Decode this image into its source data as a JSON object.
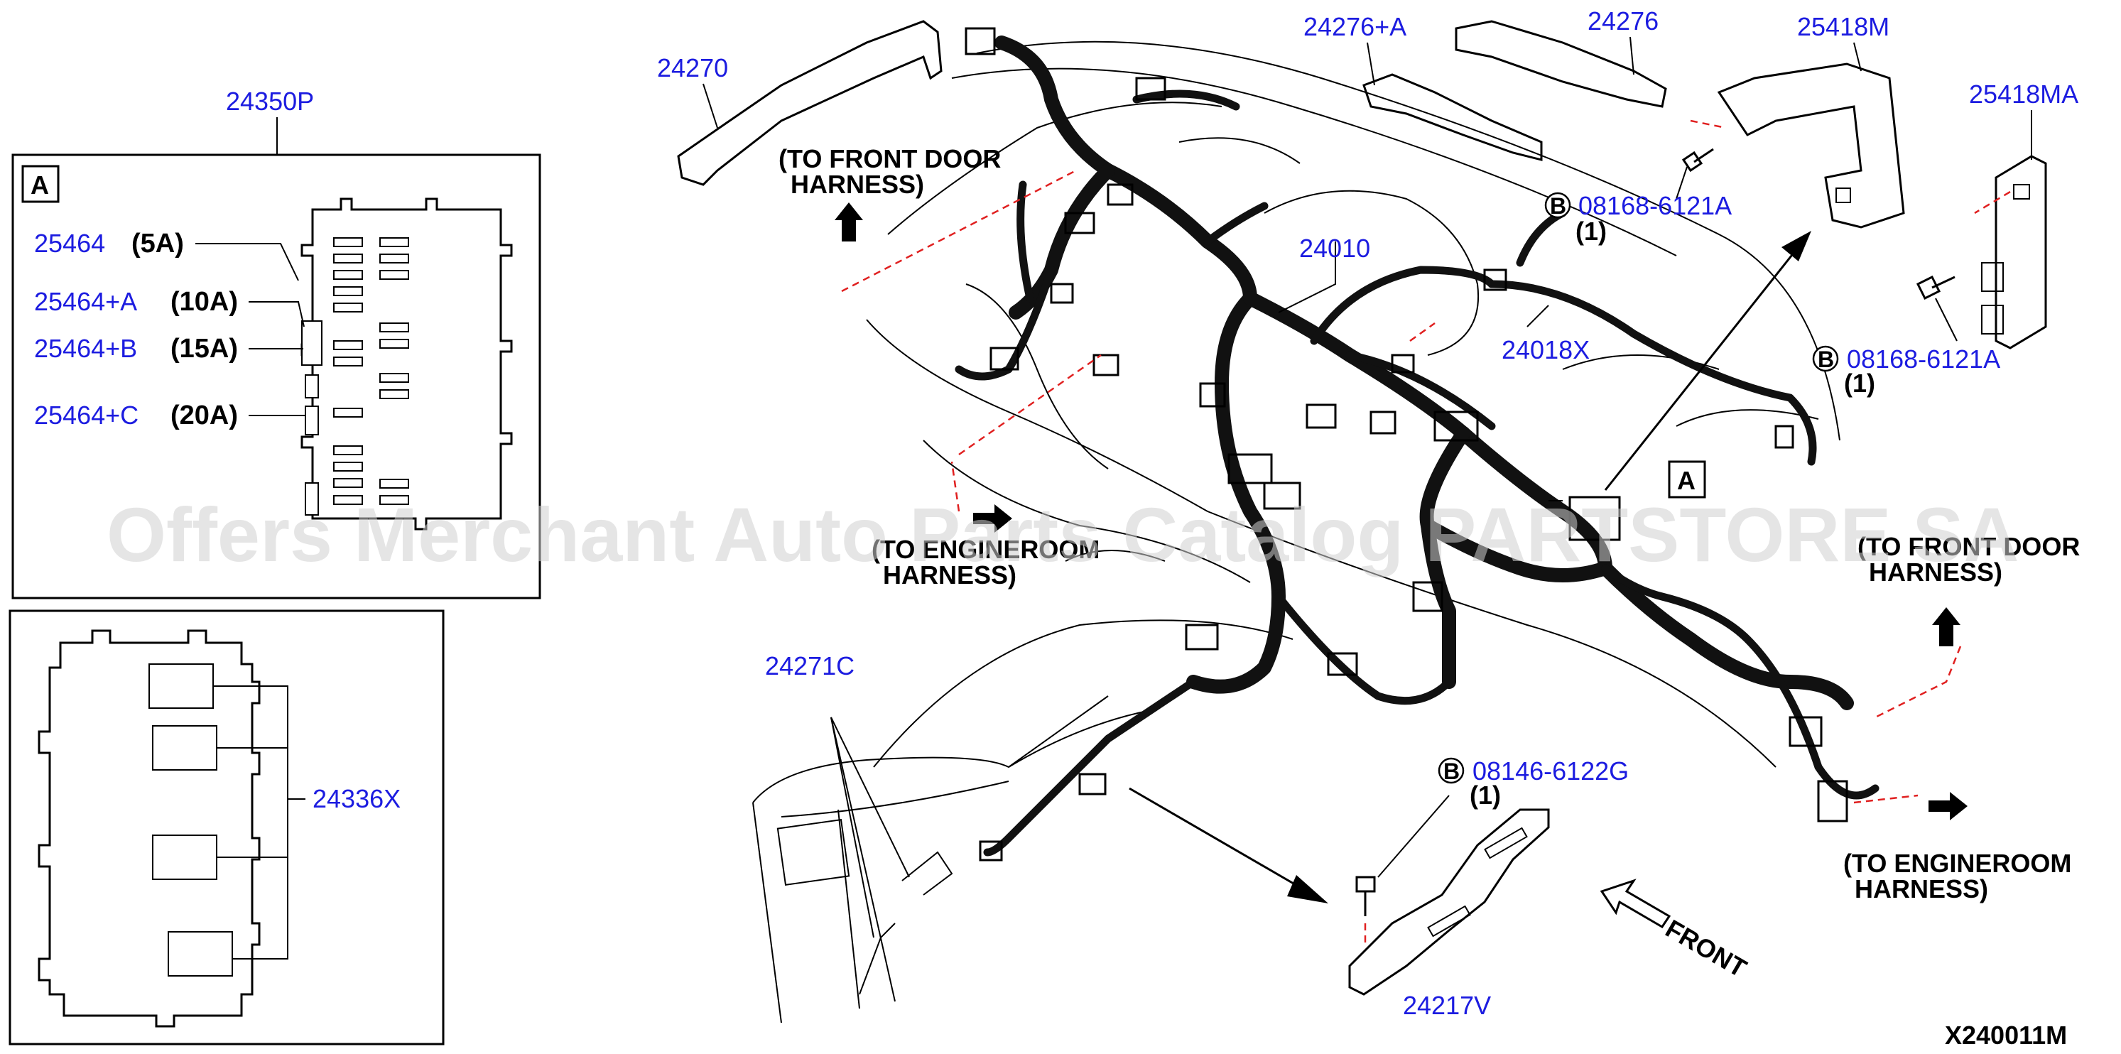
{
  "watermark": "Offers Merchant Auto Parts Catalog PARTSTORE SA",
  "figure_id": "X240011M",
  "fuse_box": {
    "part": "24350P",
    "view_letter": "A",
    "fuses": [
      {
        "part": "25464",
        "rating": "(5A)"
      },
      {
        "part": "25464+A",
        "rating": "(10A)"
      },
      {
        "part": "25464+B",
        "rating": "(15A)"
      },
      {
        "part": "25464+C",
        "rating": "(20A)"
      }
    ]
  },
  "relay_block": {
    "part": "24336X"
  },
  "parts": {
    "p24270": "24270",
    "p24276a": "24276+A",
    "p24276": "24276",
    "p25418m": "25418M",
    "p25418ma": "25418MA",
    "p24010": "24010",
    "p24018x": "24018X",
    "p24271c": "24271C",
    "p24217v": "24217V"
  },
  "bolts": [
    {
      "letter": "B",
      "part": "08168-6121A",
      "qty": "(1)"
    },
    {
      "letter": "B",
      "part": "08168-6121A",
      "qty": "(1)"
    },
    {
      "letter": "B",
      "part": "08146-6122G",
      "qty": "(1)"
    }
  ],
  "view_marker": "A",
  "notes": {
    "front_door_left_1": "(TO FRONT DOOR",
    "front_door_left_2": "HARNESS)",
    "engineroom_left_1": "(TO ENGINEROOM",
    "engineroom_left_2": "HARNESS)",
    "front_door_right_1": "(TO FRONT DOOR",
    "front_door_right_2": "HARNESS)",
    "engineroom_right_1": "(TO ENGINEROOM",
    "engineroom_right_2": "HARNESS)",
    "front": "FRONT"
  }
}
